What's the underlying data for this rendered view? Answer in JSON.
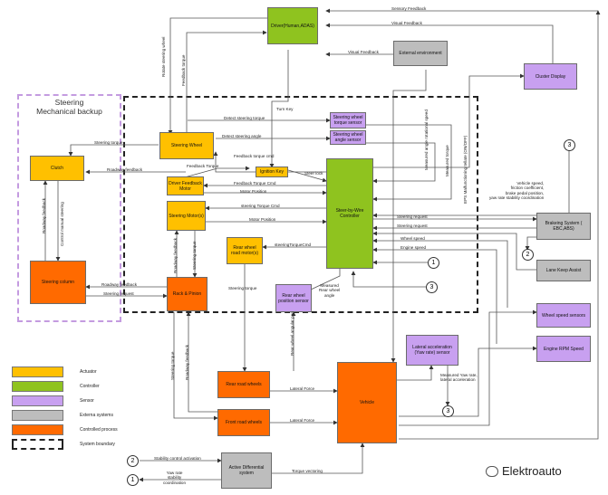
{
  "blocks": {
    "driver": "Driver(Human,ADAS)",
    "external_env": "External environment",
    "cluster_display": "Cluster Display",
    "steering_wheel": "Steering Wheel",
    "sw_torque_sensor": "Steering wheel torque sensor",
    "sw_angle_sensor": "Steering wheel angle sensor",
    "ignition_key": "Ignition Key",
    "clutch": "Clutch",
    "driver_feedback_motor": "Driver Feedback Motor",
    "steering_motors": "Steering Motor(s)",
    "rear_wheel_motors": "Rear wheel road motor(s)",
    "sbw_controller": "Steer-by-Wire Controller",
    "steering_column": "Steering column",
    "rack_pinion": "Rack & Pinion",
    "rear_wheel_pos_sensor": "Rear wheel position sensor",
    "braking_system": "Brakeing System ( EBC,ABS)",
    "lane_keep_assist": "Lane Keep Assist",
    "wheel_speed_sensors": "Wheel speed sensors",
    "engine_rpm_speed": "Engine RPM Speed",
    "lateral_accel_sensor": "Lateral acceleration (Yaw rate) sensor",
    "rear_road_wheels": "Rear road wheels",
    "front_road_wheels": "Front road wheels",
    "vehicle": "Vehicle",
    "active_diff": "Active Differential system"
  },
  "titles": {
    "steering_backup": "Steering\nMechanical backup"
  },
  "labels": {
    "sensory_feedback": "Sensory Feedback",
    "visual_feedback_1": "Visual Feedback",
    "visual_feedback_2": "Visual Feedback",
    "rotate_steering_wheel": "Rotate steering wheel",
    "feedback_torque": "Feedback torque",
    "turn_key": "Turn Key",
    "detect_steering_torque": "Detect steering torque",
    "detect_steering_angle": "Detect steering angle",
    "feedback_torque_cmd": "Feedback torque cmd",
    "feedback_torque_2": "Feedback Torque",
    "steer_lock": "Steer lock",
    "steering_torque": "Steering torque",
    "roadway_feedback_1": "Roadway feedback",
    "feedback_torque_cmd_2": "Feedback Torque Cmd",
    "motor_position_1": "Motor Position",
    "steering_torque_cmd_1": "steering Torque Cmd",
    "motor_position_2": "Motor Position",
    "steering_torque_cmd_2": "steeringTorqueCmd",
    "roadway_feedback_left": "Roadway feedback",
    "control_manual_steering": "Control manual steering",
    "measured_angle_speed": "Measured angle rotational speed",
    "eps_malfunction": "EPS Malfunctioning tellate (ON/OFF)",
    "measured_torque": "Measured torque",
    "vehicle_speed_info": "Vehicle speed,\nfriction coefficient,\nbrake pedal position,\nyaw rate stability coordination",
    "steering_request_1": "Steering request",
    "steering_request_2": "Steering request",
    "wheel_speed": "Wheel speed",
    "engine_speed": "Engine speed",
    "roadway_feedback_2": "Roadway feedback",
    "steering_request_3": "Steering request",
    "roadway_feedback_3": "Roadway feedback",
    "steering_torque_2": "Steering torque",
    "steering_torque_3": "Steering torque",
    "steering_torque_4": "Steering torque",
    "roadway_feedback_4": "Roadway feedback",
    "rear_wheel_angle_pos": "Rear wheel angular pos",
    "measured_rear_angle": "Measured\nRear wheel\nangle",
    "lateral_force_1": "Lateral Force",
    "lateral_force_2": "Lateral Force",
    "measured_yaw": "Measured Yaw rate,\nlateral acceleration",
    "stability_control": "Stability control activation",
    "yaw_rate_stability": "Yaw rate\nstability\ncoordination",
    "torque_vectoring": "Torque vectoring"
  },
  "circles": [
    "3",
    "2",
    "1",
    "3",
    "3",
    "2",
    "1"
  ],
  "legend": [
    {
      "label": "Actuator",
      "color": "#ffc000"
    },
    {
      "label": "Controller",
      "color": "#8fc31f"
    },
    {
      "label": "Sensor",
      "color": "#c8a0f0"
    },
    {
      "label": "Externa systems",
      "color": "#bdbdbd"
    },
    {
      "label": "Controlled process",
      "color": "#ff6a00"
    },
    {
      "label": "System boundary",
      "color": "dashed"
    }
  ],
  "watermark": "Elektroauto"
}
